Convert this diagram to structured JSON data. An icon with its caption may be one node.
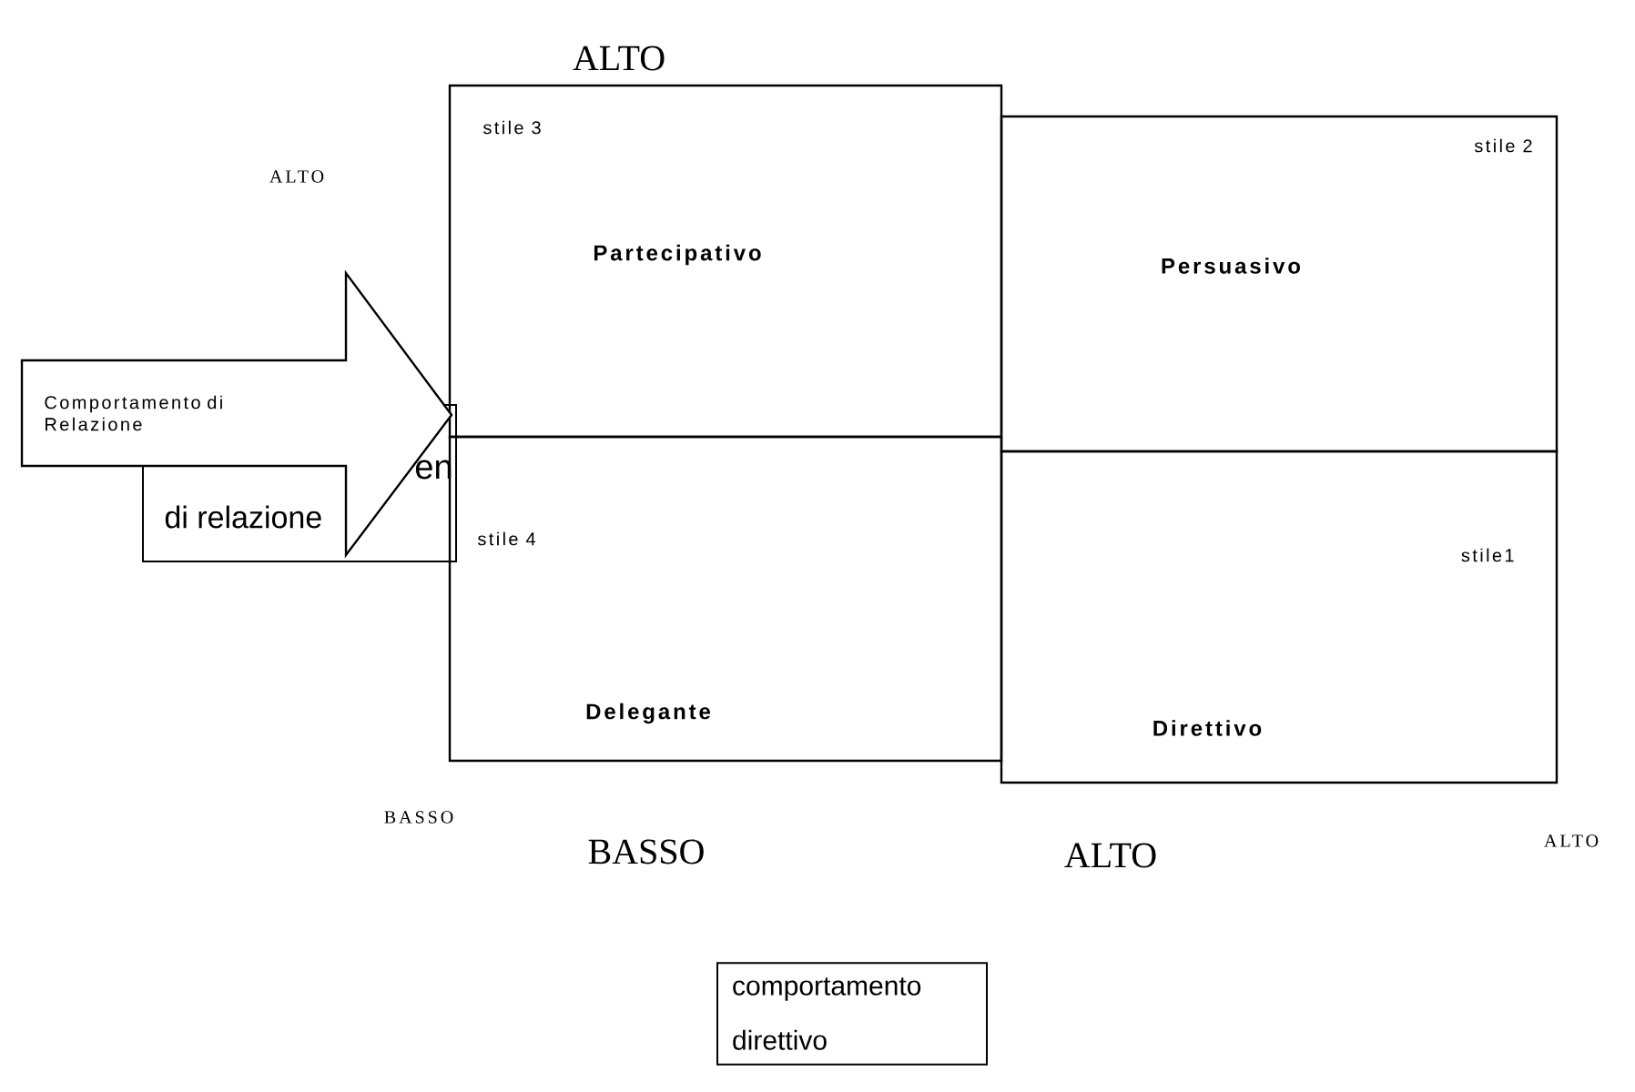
{
  "diagram": {
    "nodes": [
      {
        "text": [
          "stile 3",
          "Partecipativo"
        ]
      },
      {
        "text": [
          "stile 2",
          "Persuasivo"
        ]
      },
      {
        "text": [
          "stile 4",
          "Delegante"
        ]
      },
      {
        "text": [
          "stile1",
          "Direttivo"
        ]
      },
      {
        "text": [
          "en",
          "di relazione"
        ]
      },
      {
        "text": [
          "Comportamento di Relazione"
        ]
      },
      {
        "text": [
          "comportamento direttivo"
        ]
      }
    ],
    "labels": [
      "ALTO",
      "ALTO",
      "BASSO",
      "BASSO",
      "ALTO",
      "ALTO"
    ]
  }
}
